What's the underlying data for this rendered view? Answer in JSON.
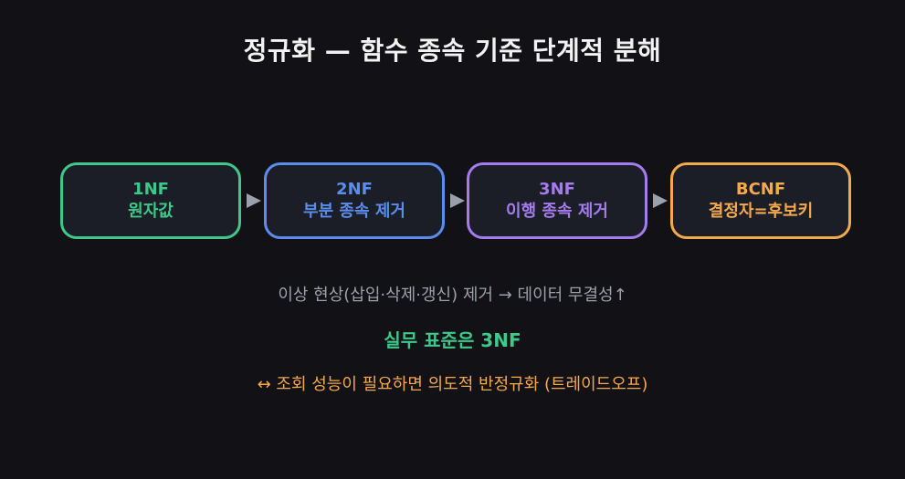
{
  "title": "정규화 — 함수 종속 기준 단계적 분해",
  "steps": [
    {
      "line1": "1NF",
      "line2": "원자값",
      "color": "#3ec98a"
    },
    {
      "line1": "2NF",
      "line2": "부분 종속 제거",
      "color": "#5b8def"
    },
    {
      "line1": "3NF",
      "line2": "이행 종속 제거",
      "color": "#a57cf0"
    },
    {
      "line1": "BCNF",
      "line2": "결정자=후보키",
      "color": "#f5a94e"
    }
  ],
  "arrow_color": "#9aa0ac",
  "notes": {
    "anomaly": "이상 현상(삽입·삭제·갱신) 제거 → 데이터 무결성↑",
    "practice": "실무 표준은 3NF",
    "practice_color": "#3ec98a",
    "tradeoff": "↔ 조회 성능이 필요하면 의도적 반정규화 (트레이드오프)",
    "tradeoff_color": "#f5a94e"
  }
}
